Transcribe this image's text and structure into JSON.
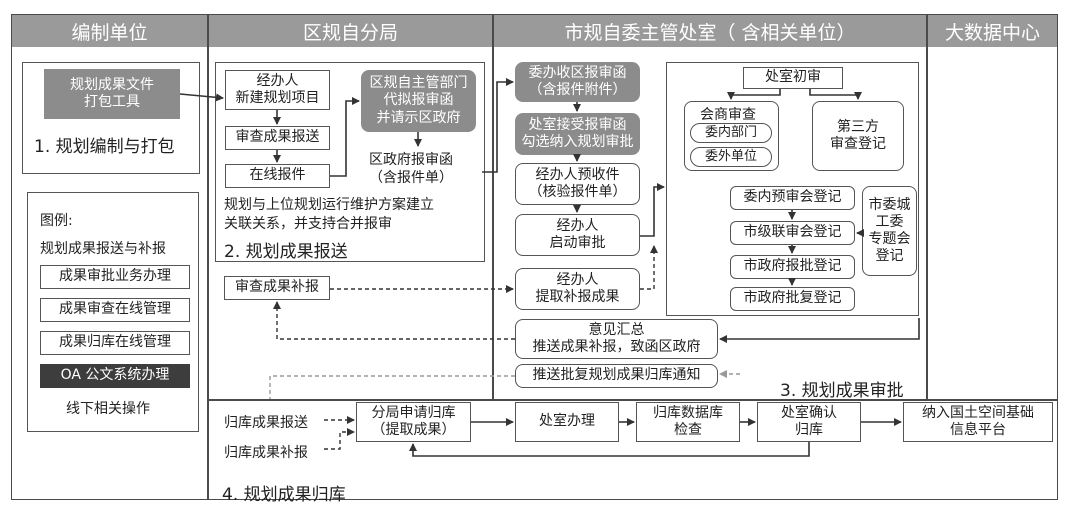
{
  "headers": [
    "编制单位",
    "区规自分局",
    "市规自委主管处室（ 含相关单位）",
    "大数据中心"
  ],
  "section1": {
    "pack_tool": "规划成果文件\n打包工具",
    "title": "1. 规划编制与打包"
  },
  "legend": {
    "title": "图例:",
    "items": [
      "规划成果报送与补报",
      "成果审批业务办理",
      "成果审查在线管理",
      "成果归库在线管理",
      "OA 公文系统办理",
      "线下相关操作"
    ]
  },
  "section2": {
    "handler_new": "经办人\n新建规划项目",
    "review_submit": "审查成果报送",
    "online_submit": "在线报件",
    "dept_draft": "区规自主管部门\n代拟报审函\n并请示区政府",
    "gov_letter": "区政府报审函\n（含报件单）",
    "note": "规划与上位规划运行维护方案建立\n关联关系，并支持合并报审",
    "title": "2. 规划成果报送",
    "supplement": "审查成果补报"
  },
  "section3": {
    "receive": "委办收区报审函\n（含报件附件）",
    "office_accept": "处室接受报审函\n勾选纳入规划审批",
    "pre_receive": "经办人预收件\n（核验报件单）",
    "start": "经办人\n启动审批",
    "extract": "经办人\n提取补报成果",
    "initial_review": "处室初审",
    "joint_review": "会商审查",
    "internal_dept": "委内部门",
    "external_unit": "委外单位",
    "third_party": "第三方\n审查登记",
    "pre_meeting": "委内预审会登记",
    "city_joint": "市级联审会登记",
    "gov_submit": "市政府报批登记",
    "gov_reply": "市政府批复登记",
    "special_meeting": "市委城\n工委\n专题会\n登记",
    "summary": "意见汇总\n推送成果补报，致函区政府",
    "notify": "推送批复规划成果归库通知",
    "title": "3. 规划成果审批"
  },
  "section4": {
    "archive_submit": "归库成果报送",
    "archive_supplement": "归库成果补报",
    "branch_apply": "分局申请归库\n（提取成果）",
    "office_handle": "处室办理",
    "db_check": "归库数据库\n检查",
    "office_confirm": "处室确认\n归库",
    "platform": "纳入国土空间基础\n信息平台",
    "title": "4. 规划成果归库"
  }
}
